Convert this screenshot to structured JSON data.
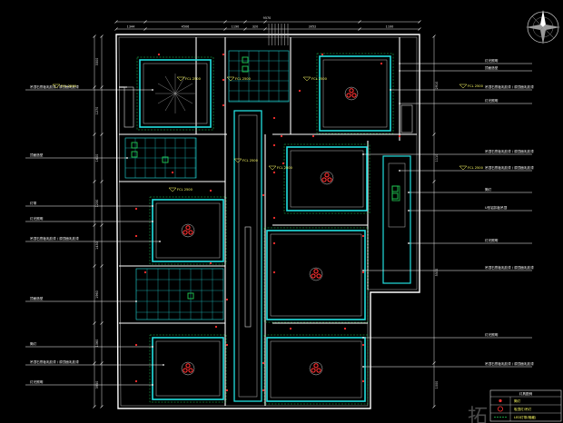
{
  "drawing": {
    "top_total_dimension": "9570",
    "top_dimensions": [
      "1344",
      "4506",
      "1190",
      "320",
      "3052",
      "1100"
    ],
    "left_dimensions": [
      "3300",
      "1270",
      "1600",
      "1230",
      "1430",
      "1960",
      "1060",
      "3950"
    ],
    "right_dimensions": [
      "2910",
      "1110",
      "5500",
      "1000"
    ],
    "left_labels": [
      "吊顶石膏板乳胶漆 / 原顶面乳胶漆",
      "顶面造型",
      "灯带",
      "灯光照明",
      "吊顶石膏板乳胶漆 / 原顶面乳胶漆",
      "顶面造型",
      "筒灯",
      "吊顶石膏板乳胶漆 / 原顶面乳胶漆",
      "灯光照明"
    ],
    "right_labels": [
      "灯光照明",
      "顶面造型",
      "吊顶石膏板乳胶漆 / 原顶面乳胶漆",
      "灯光照明",
      "吊顶石膏板乳胶漆 / 原顶面乳胶漆",
      "吊顶石膏板乳胶漆 / 原顶面乳胶漆",
      "筒灯",
      "U形铝扣板吊顶",
      "灯光照明",
      "吊顶石膏板乳胶漆 / 原顶面乳胶漆",
      "灯光照明",
      "吊顶石膏板乳胶漆 / 原顶面乳胶漆"
    ],
    "room_level_tags": [
      "FCL 2500",
      "FCL 2500",
      "FCL 2500",
      "FCL 2500",
      "FCL 2500",
      "FCL 2500",
      "FCL 2500",
      "FCL 2500",
      "FCL 2500"
    ],
    "legend": {
      "title": "灯具图例",
      "rows": [
        "筒灯",
        "吸顶灯/吊灯",
        "LED灯带(暗藏)"
      ]
    },
    "compass_icon": "north-compass-icon",
    "watermark": "拓"
  },
  "colors": {
    "background": "#000000",
    "wall": "#ffffff",
    "ceiling_cyan": "#22e0e0",
    "ceiling_green": "#22cc55",
    "lamp_red": "#ff3030",
    "dimension": "#dddddd",
    "label_yellow": "#ffff66",
    "leader": "#ffffff"
  }
}
